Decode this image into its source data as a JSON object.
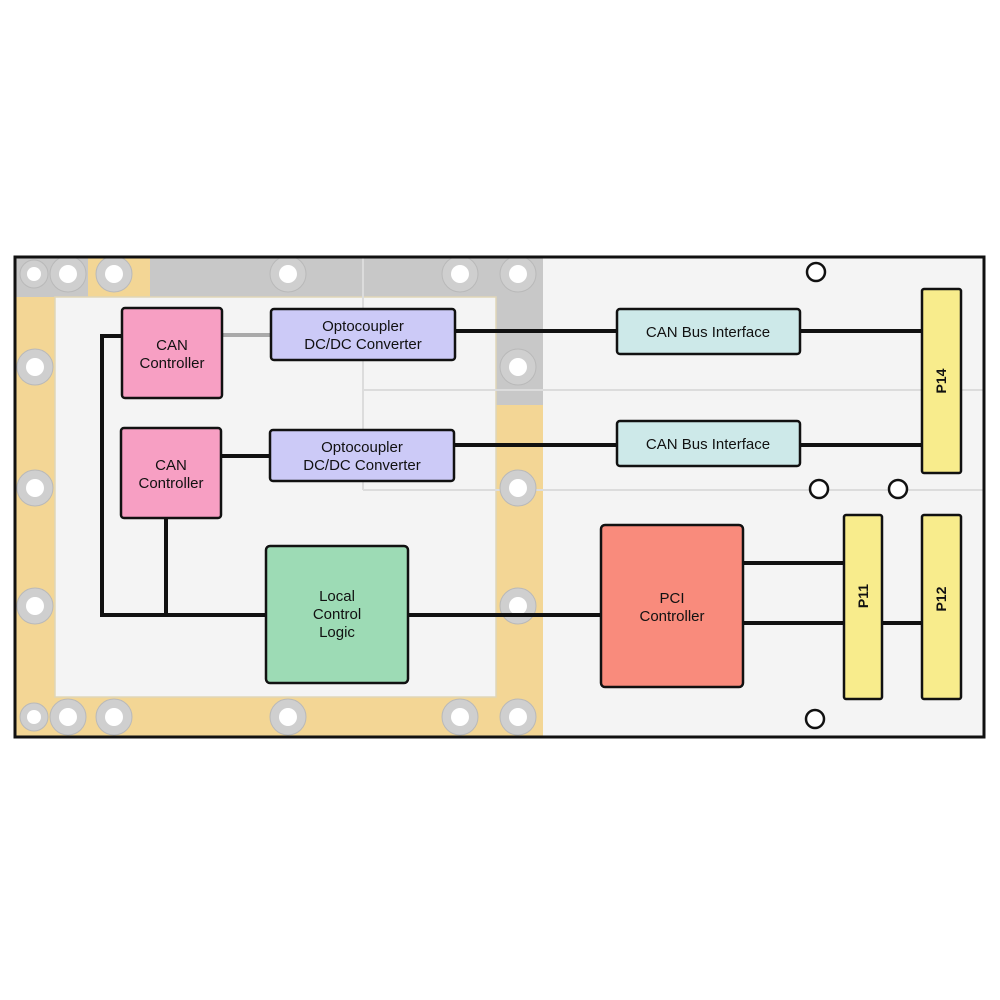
{
  "diagram": {
    "colors": {
      "board": "#f4f4f4",
      "outline": "#111111",
      "frame": "#f3d695",
      "frame_gray": "#c8c8c8",
      "can_controller": "#f79fc3",
      "optocoupler": "#cccaf7",
      "can_bus_interface": "#cde9e9",
      "local_control_logic": "#9ddbb5",
      "pci_controller": "#f98b7c",
      "connector": "#f8ec8c"
    },
    "blocks": {
      "can_controller_1": {
        "line1": "CAN",
        "line2": "Controller"
      },
      "can_controller_2": {
        "line1": "CAN",
        "line2": "Controller"
      },
      "optocoupler_1": {
        "line1": "Optocoupler",
        "line2": "DC/DC Converter"
      },
      "optocoupler_2": {
        "line1": "Optocoupler",
        "line2": "DC/DC Converter"
      },
      "can_bus_interface_1": {
        "label": "CAN Bus Interface"
      },
      "can_bus_interface_2": {
        "label": "CAN Bus Interface"
      },
      "local_control_logic": {
        "line1": "Local",
        "line2": "Control",
        "line3": "Logic"
      },
      "pci_controller": {
        "line1": "PCI",
        "line2": "Controller"
      }
    },
    "connectors": {
      "p14": "P14",
      "p11": "P11",
      "p12": "P12"
    }
  }
}
